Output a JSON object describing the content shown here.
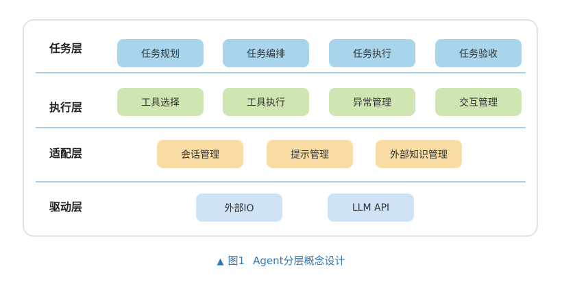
{
  "layers": [
    {
      "label": "任务层",
      "color": "#a8d4ec",
      "items": [
        "任务规划",
        "任务编排",
        "任务执行",
        "任务验收"
      ]
    },
    {
      "label": "执行层",
      "color": "#cfe5b2",
      "items": [
        "工具选择",
        "工具执行",
        "异常管理",
        "交互管理"
      ]
    },
    {
      "label": "适配层",
      "color": "#f8dca3",
      "items": [
        "会话管理",
        "提示管理",
        "外部知识管理"
      ]
    },
    {
      "label": "驱动层",
      "color": "#cfe3f5",
      "items": [
        "外部IO",
        "LLM API"
      ]
    }
  ],
  "caption": {
    "marker": "▲",
    "number": "图1",
    "text": "Agent分层概念设计"
  }
}
